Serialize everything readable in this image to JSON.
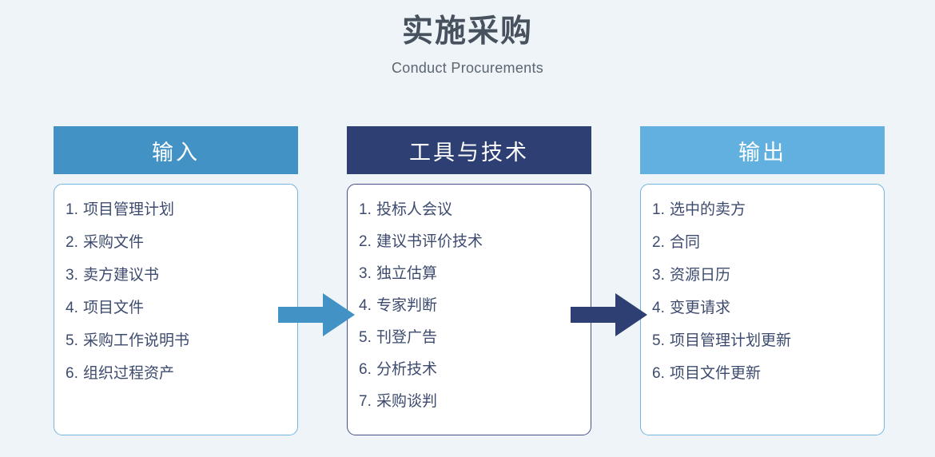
{
  "title": {
    "cn": "实施采购",
    "en": "Conduct Procurements"
  },
  "colors": {
    "background": "#eef4f8",
    "inputs_header": "#4292c6",
    "tools_header": "#2e3f73",
    "outputs_header": "#62b0df",
    "inputs_border": "#73b4e0",
    "tools_border": "#45508a",
    "outputs_border": "#73b4e0",
    "arrow_1": "#4292c6",
    "arrow_2": "#2e3f73",
    "title_text": "#47525e",
    "item_text": "#3d4b6e"
  },
  "columns": [
    {
      "key": "inputs",
      "header": "输入",
      "items": [
        {
          "num": "1.",
          "text": "项目管理计划"
        },
        {
          "num": "2.",
          "text": "采购文件"
        },
        {
          "num": "3.",
          "text": "卖方建议书"
        },
        {
          "num": "4.",
          "text": "项目文件"
        },
        {
          "num": "5.",
          "text": "采购工作说明书"
        },
        {
          "num": "6.",
          "text": "组织过程资产"
        }
      ]
    },
    {
      "key": "tools",
      "header": "工具与技术",
      "items": [
        {
          "num": "1.",
          "text": "投标人会议"
        },
        {
          "num": "2.",
          "text": "建议书评价技术"
        },
        {
          "num": "3.",
          "text": "独立估算"
        },
        {
          "num": "4.",
          "text": "专家判断"
        },
        {
          "num": "5.",
          "text": "刊登广告"
        },
        {
          "num": "6.",
          "text": "分析技术"
        },
        {
          "num": "7.",
          "text": "采购谈判"
        }
      ]
    },
    {
      "key": "outputs",
      "header": "输出",
      "items": [
        {
          "num": "1.",
          "text": "选中的卖方"
        },
        {
          "num": "2.",
          "text": "合同"
        },
        {
          "num": "3.",
          "text": "资源日历"
        },
        {
          "num": "4.",
          "text": "变更请求"
        },
        {
          "num": "5.",
          "text": "项目管理计划更新"
        },
        {
          "num": "6.",
          "text": "项目文件更新"
        }
      ]
    }
  ],
  "arrows": [
    {
      "name": "arrow-inputs-to-tools",
      "color": "#4292c6"
    },
    {
      "name": "arrow-tools-to-outputs",
      "color": "#2e3f73"
    }
  ]
}
